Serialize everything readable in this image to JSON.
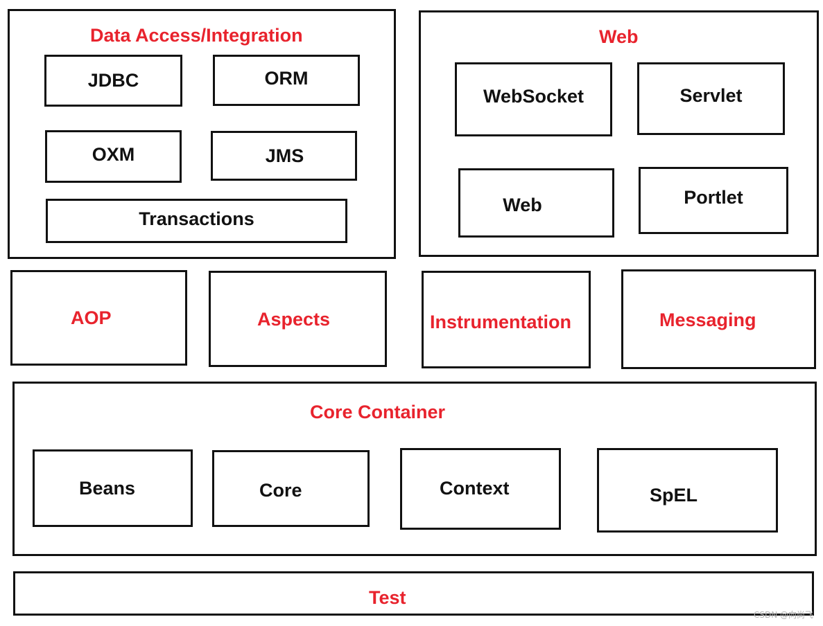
{
  "data_access": {
    "title": "Data Access/Integration",
    "modules": {
      "jdbc": "JDBC",
      "orm": "ORM",
      "oxm": "OXM",
      "jms": "JMS",
      "transactions": "Transactions"
    }
  },
  "web": {
    "title": "Web",
    "modules": {
      "websocket": "WebSocket",
      "servlet": "Servlet",
      "web": "Web",
      "portlet": "Portlet"
    }
  },
  "middle": {
    "aop": "AOP",
    "aspects": "Aspects",
    "instrumentation": "Instrumentation",
    "messaging": "Messaging"
  },
  "core_container": {
    "title": "Core Container",
    "modules": {
      "beans": "Beans",
      "core": "Core",
      "context": "Context",
      "spel": "SpEL"
    }
  },
  "test": "Test",
  "watermark": "CSDN @向尚飞",
  "colors": {
    "accent_red": "#e8232d",
    "border": "#111111"
  }
}
